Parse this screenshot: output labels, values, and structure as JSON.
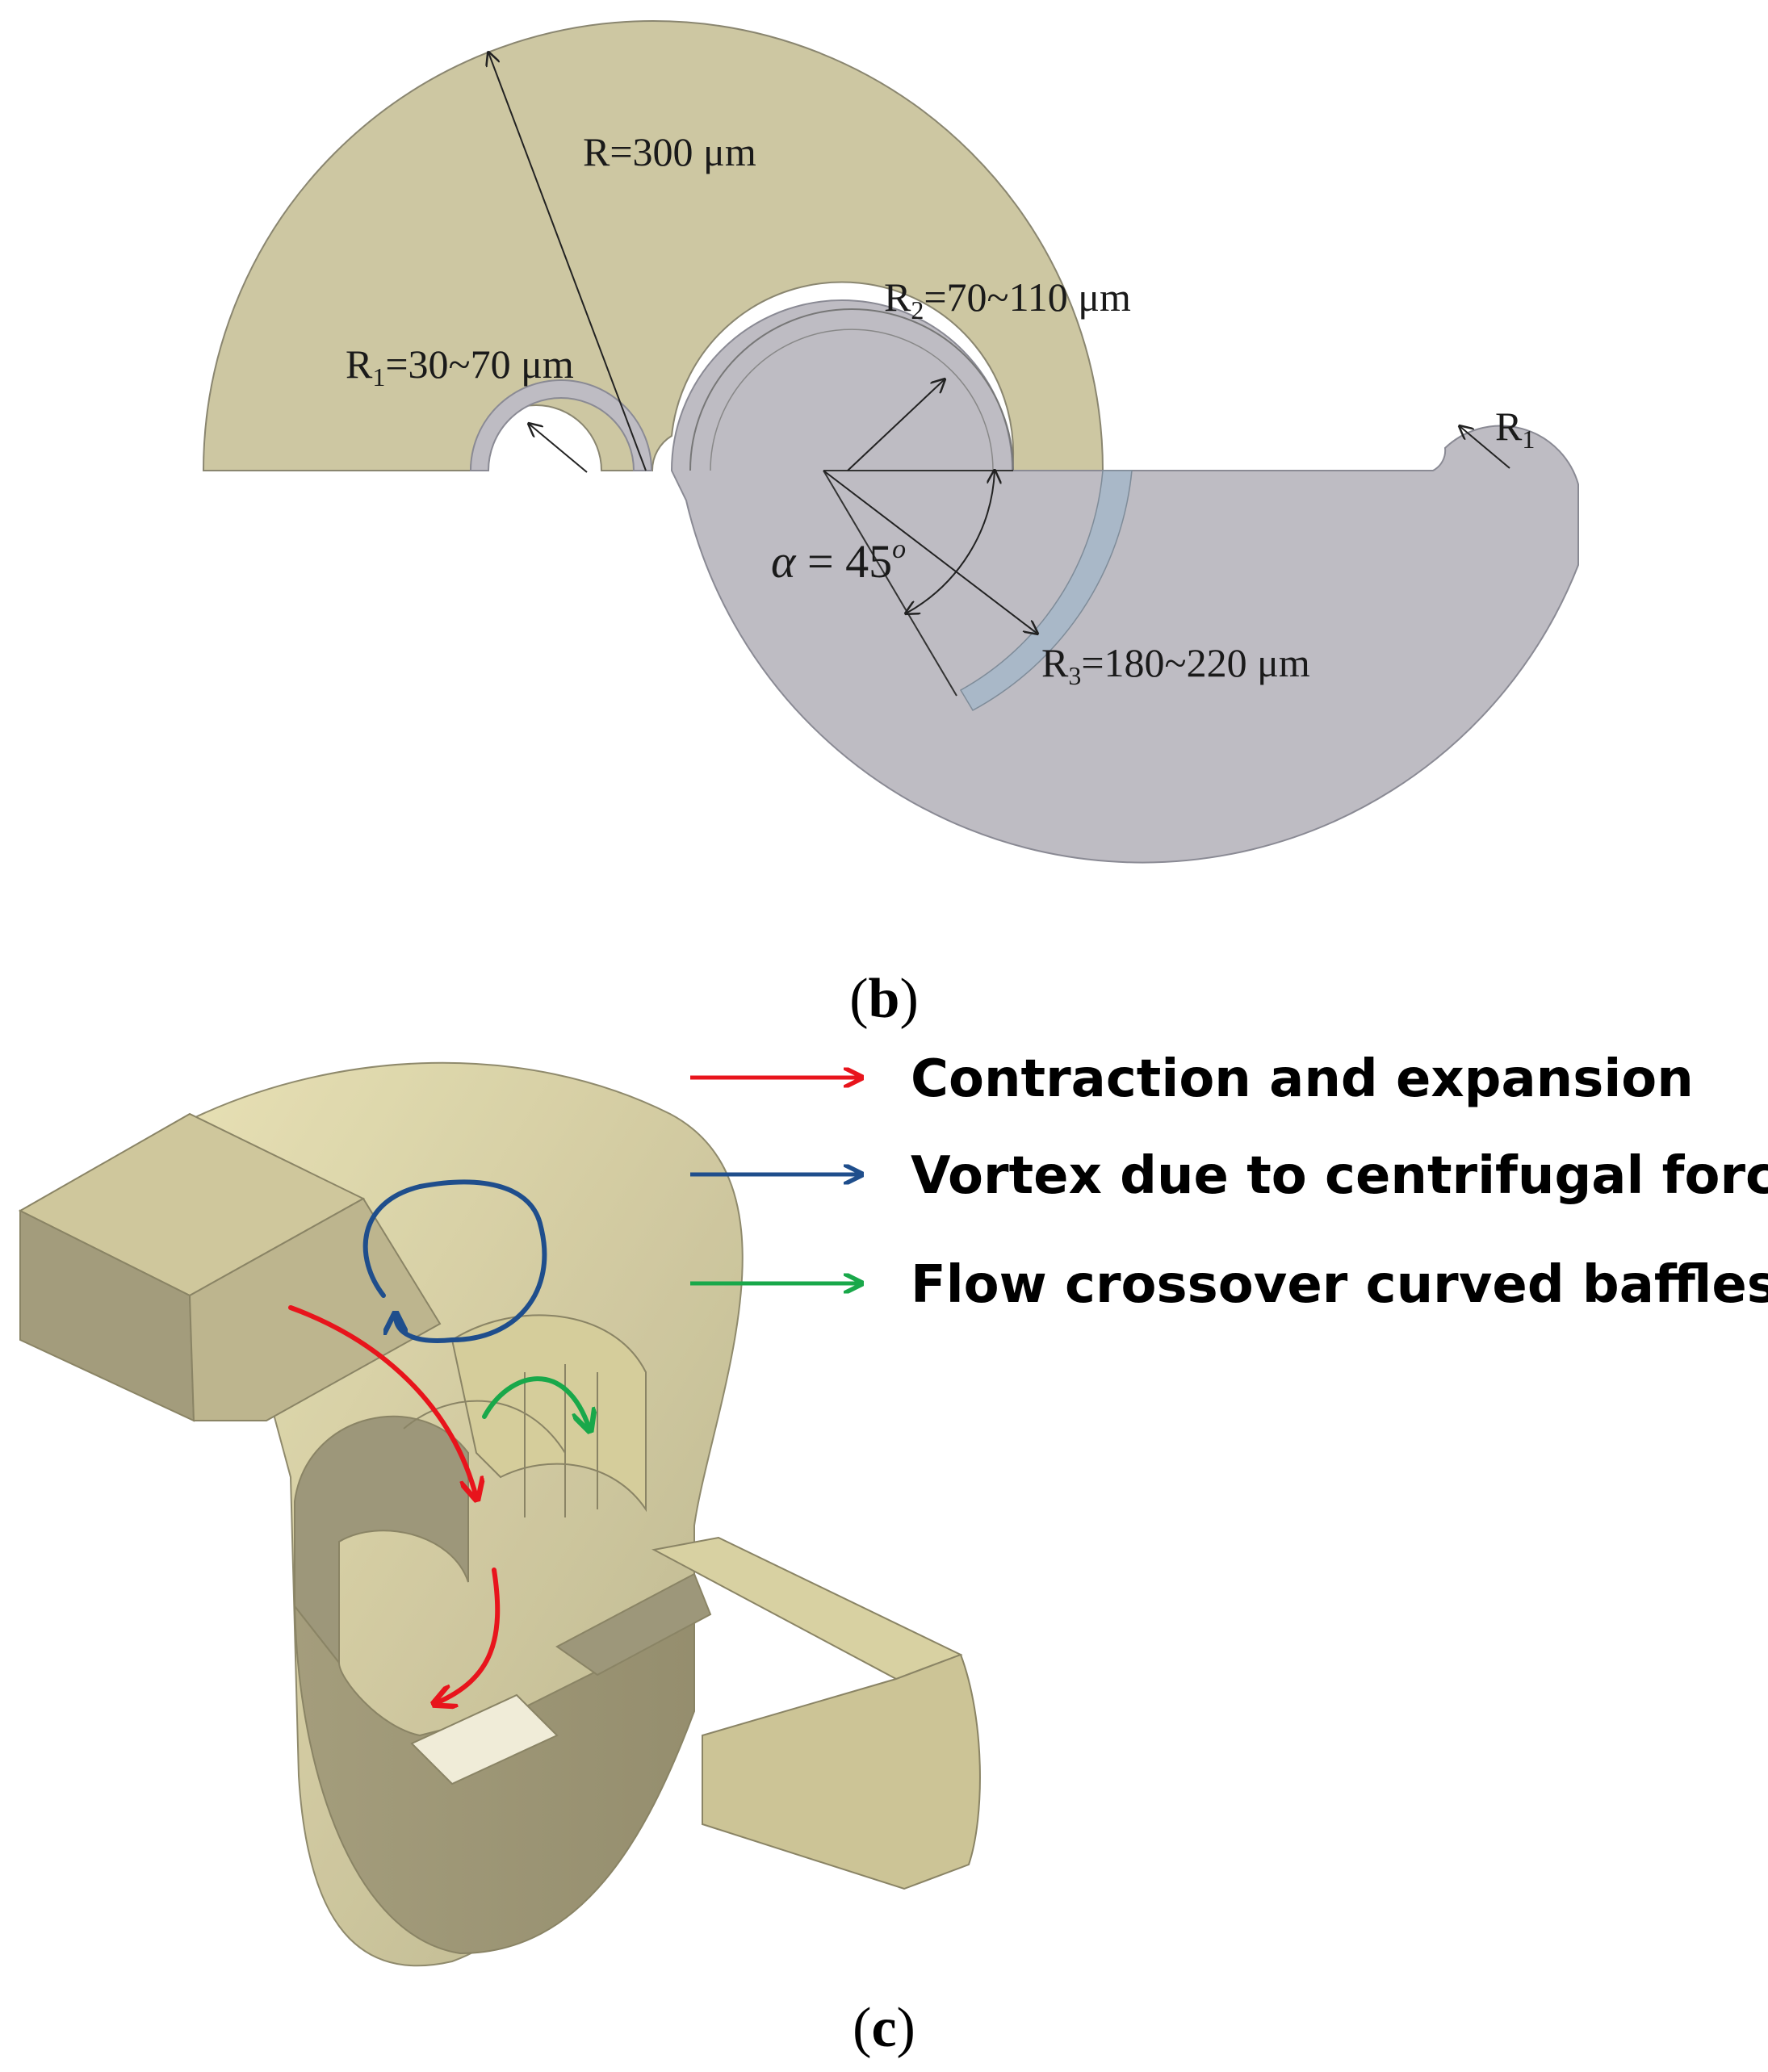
{
  "panel_b": {
    "label_open": "(",
    "label_letter": "b",
    "label_close": ")",
    "dim_R": "R=300 μm",
    "dim_R1_prefix": "R",
    "dim_R1_sub": "1",
    "dim_R1_value": "=30~70 μm",
    "dim_R2_prefix": "R",
    "dim_R2_sub": "2",
    "dim_R2_value": "=70~110 μm",
    "dim_R3_prefix": "R",
    "dim_R3_sub": "3",
    "dim_R3_value": "=180~220 μm",
    "dim_R1_small_prefix": "R",
    "dim_R1_small_sub": "1",
    "angle_symbol": "α",
    "angle_eq": " = 45",
    "angle_sup": "o"
  },
  "panel_c": {
    "label_open": "(",
    "label_letter": "c",
    "label_close": ")",
    "legend": [
      {
        "label": "Contraction and expansion",
        "color": "#e8141c"
      },
      {
        "label": "Vortex due to centrifugal force",
        "color": "#1f4e8c"
      },
      {
        "label": "Flow crossover curved baffles",
        "color": "#19a84a"
      }
    ]
  },
  "colors": {
    "upper_half": "#cdc7a2",
    "lower_half": "#bebcc3",
    "baffle": "#a9b8c8",
    "model_light": "#ded7a6",
    "model_dark": "#aaa27c"
  }
}
